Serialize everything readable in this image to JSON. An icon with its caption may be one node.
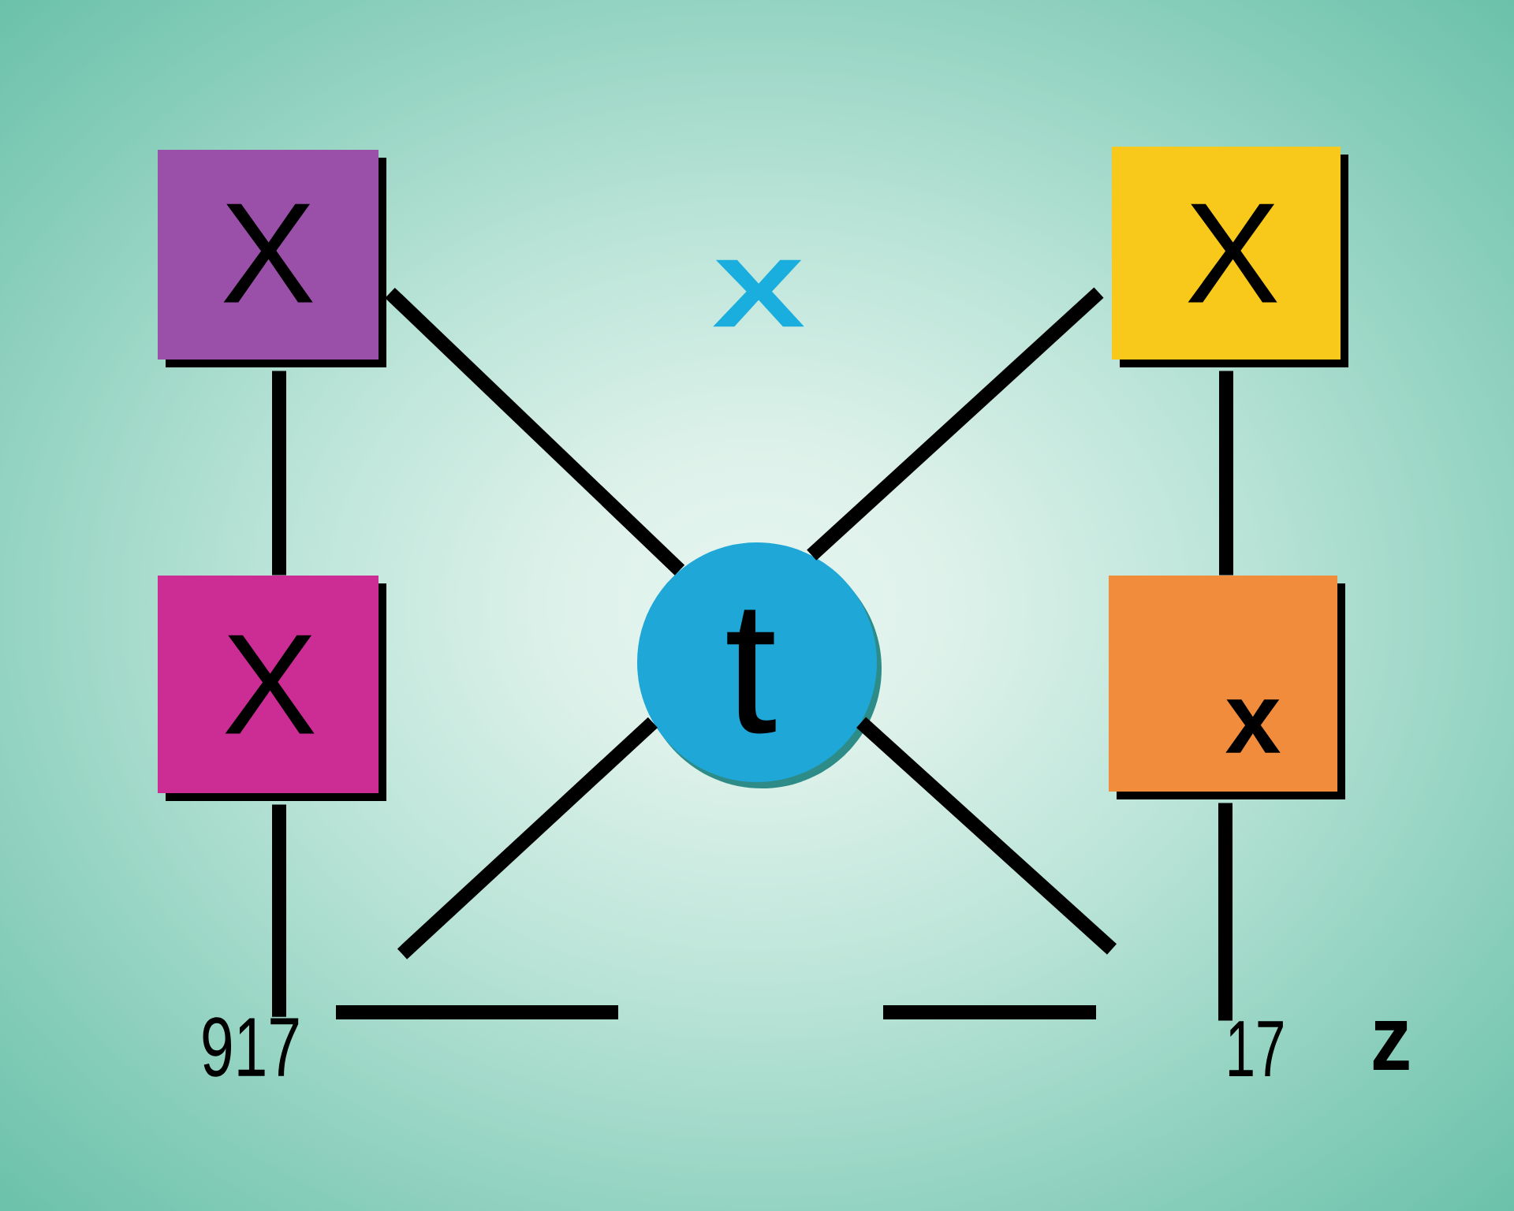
{
  "diagram": {
    "nodes": [
      {
        "text": [
          "X"
        ]
      },
      {
        "text": [
          "X"
        ]
      },
      {
        "text": [
          "X"
        ]
      },
      {
        "text": [
          "t"
        ]
      },
      {
        "text": [
          "x"
        ]
      },
      {
        "text": [
          "917"
        ]
      },
      {
        "text": [
          "17"
        ]
      }
    ],
    "edges": [
      {
        "from": 0,
        "to": 3,
        "arrow": "none"
      },
      {
        "from": 1,
        "to": 3,
        "arrow": "none"
      },
      {
        "from": 0,
        "to": 2,
        "arrow": "none"
      },
      {
        "from": 1,
        "to": 4,
        "arrow": "none"
      },
      {
        "from": 3,
        "to": null,
        "arrow": "none"
      },
      {
        "from": 3,
        "to": null,
        "arrow": "none"
      },
      {
        "from": 2,
        "to": 5,
        "arrow": "none"
      },
      {
        "from": 4,
        "to": 6,
        "arrow": "none"
      }
    ],
    "labels": [
      "X",
      "z"
    ]
  }
}
